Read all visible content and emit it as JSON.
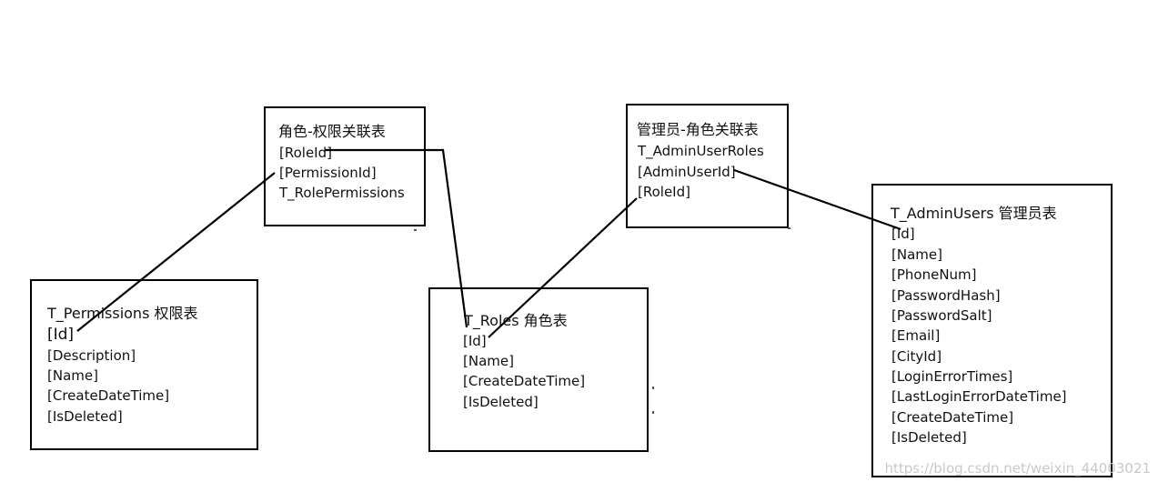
{
  "tables": {
    "role_permissions": {
      "title": "角色-权限关联表",
      "lines": [
        "[RoleId]",
        "[PermissionId]",
        "T_RolePermissions"
      ]
    },
    "admin_user_roles": {
      "title": "管理员-角色关联表",
      "lines": [
        "T_AdminUserRoles",
        "[AdminUserId]",
        "[RoleId]"
      ]
    },
    "permissions": {
      "title": "T_Permissions 权限表",
      "lines": [
        "[Id]",
        "[Description]",
        "[Name]",
        "[CreateDateTime]",
        "[IsDeleted]"
      ]
    },
    "roles": {
      "title": "T_Roles 角色表",
      "lines": [
        "[Id]",
        "[Name]",
        "[CreateDateTime]",
        "[IsDeleted]"
      ]
    },
    "admin_users": {
      "title": "T_AdminUsers 管理员表",
      "lines": [
        "[Id]",
        "[Name]",
        "[PhoneNum]",
        "[PasswordHash]",
        "[PasswordSalt]",
        "[Email]",
        "[CityId]",
        "[LoginErrorTimes]",
        "[LastLoginErrorDateTime]",
        "[CreateDateTime]",
        "[IsDeleted]"
      ]
    }
  },
  "watermark": "https://blog.csdn.net/weixin_44003021"
}
